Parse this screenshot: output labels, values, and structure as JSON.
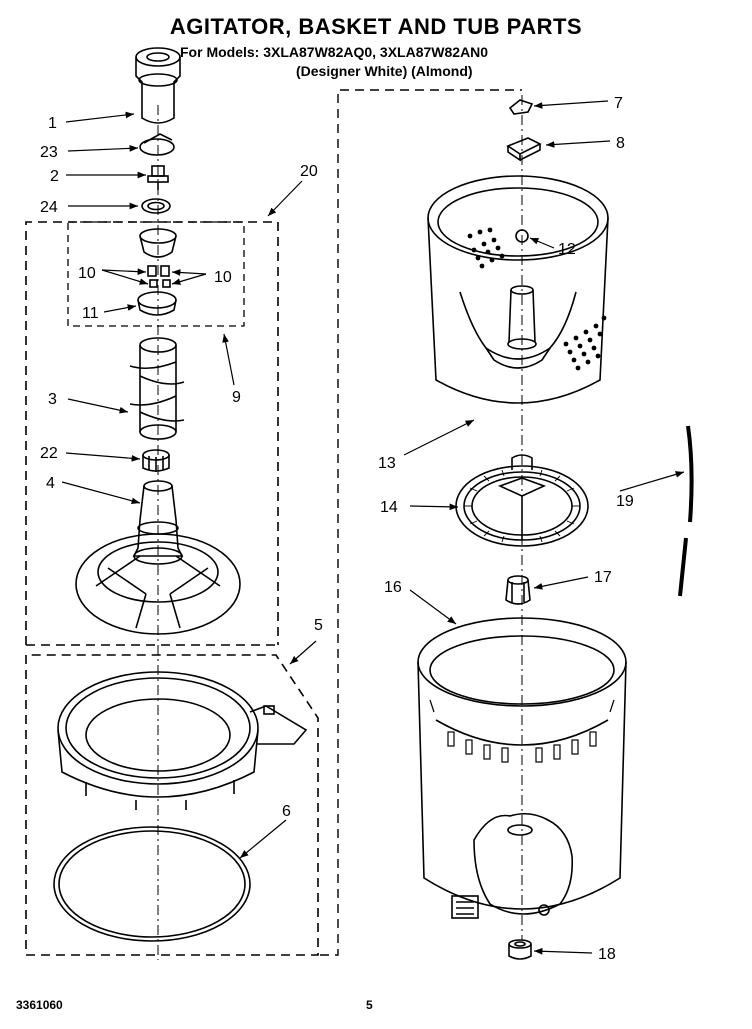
{
  "header": {
    "title": "AGITATOR, BASKET AND TUB PARTS",
    "models_line": "For Models: 3XLA87W82AQ0, 3XLA87W82AN0",
    "variants_line": "(Designer White)   (Almond)"
  },
  "footer": {
    "doc_number": "3361060",
    "page_number": "5"
  },
  "callouts": {
    "c1": "1",
    "c2": "2",
    "c3": "3",
    "c4": "4",
    "c5": "5",
    "c6": "6",
    "c7": "7",
    "c8": "8",
    "c9": "9",
    "c10a": "10",
    "c10b": "10",
    "c11": "11",
    "c12": "12",
    "c13": "13",
    "c14": "14",
    "c16": "16",
    "c17": "17",
    "c18": "18",
    "c19": "19",
    "c20": "20",
    "c22": "22",
    "c23": "23",
    "c24": "24"
  }
}
